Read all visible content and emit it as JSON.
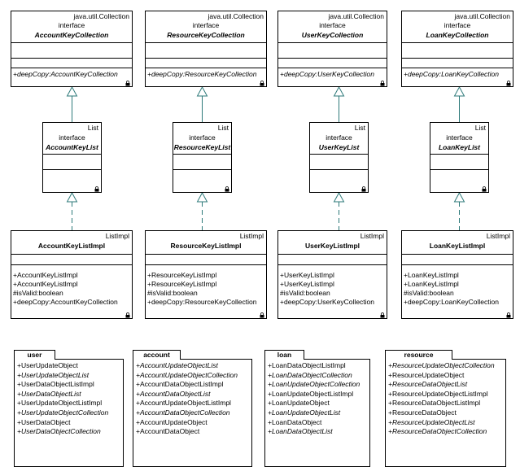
{
  "columns": [
    {
      "collection": {
        "stereotype": "java.util.Collection",
        "kind": "interface",
        "name": "AccountKeyCollection",
        "ops": [
          "+deepCopy:AccountKeyCollection"
        ]
      },
      "list": {
        "stereotype": "List",
        "kind": "interface",
        "name": "AccountKeyList"
      },
      "impl": {
        "stereotype": "ListImpl",
        "name": "AccountKeyListImpl",
        "ops": [
          "+AccountKeyListImpl",
          "+AccountKeyListImpl",
          "#isValid:boolean",
          "+deepCopy:AccountKeyCollection"
        ]
      }
    },
    {
      "collection": {
        "stereotype": "java.util.Collection",
        "kind": "interface",
        "name": "ResourceKeyCollection",
        "ops": [
          "+deepCopy:ResourceKeyCollection"
        ]
      },
      "list": {
        "stereotype": "List",
        "kind": "interface",
        "name": "ResourceKeyList"
      },
      "impl": {
        "stereotype": "ListImpl",
        "name": "ResourceKeyListImpl",
        "ops": [
          "+ResourceKeyListImpl",
          "+ResourceKeyListImpl",
          "#isValid:boolean",
          "+deepCopy:ResourceKeyCollection"
        ]
      }
    },
    {
      "collection": {
        "stereotype": "java.util.Collection",
        "kind": "interface",
        "name": "UserKeyCollection",
        "ops": [
          "+deepCopy:UserKeyCollection"
        ]
      },
      "list": {
        "stereotype": "List",
        "kind": "interface",
        "name": "UserKeyList"
      },
      "impl": {
        "stereotype": "ListImpl",
        "name": "UserKeyListImpl",
        "ops": [
          "+UserKeyListImpl",
          "+UserKeyListImpl",
          "#isValid:boolean",
          "+deepCopy:UserKeyCollection"
        ]
      }
    },
    {
      "collection": {
        "stereotype": "java.util.Collection",
        "kind": "interface",
        "name": "LoanKeyCollection",
        "ops": [
          "+deepCopy:LoanKeyCollection"
        ]
      },
      "list": {
        "stereotype": "List",
        "kind": "interface",
        "name": "LoanKeyList"
      },
      "impl": {
        "stereotype": "ListImpl",
        "name": "LoanKeyListImpl",
        "ops": [
          "+LoanKeyListImpl",
          "+LoanKeyListImpl",
          "#isValid:boolean",
          "+deepCopy:LoanKeyCollection"
        ]
      }
    }
  ],
  "packages": [
    {
      "name": "user",
      "items": [
        {
          "text": "+UserUpdateObject",
          "italic": false
        },
        {
          "text": "+UserUpdateObjectList",
          "italic": true
        },
        {
          "text": "+UserDataObjectListImpl",
          "italic": false
        },
        {
          "text": "+UserDataObjectList",
          "italic": true
        },
        {
          "text": "+UserUpdateObjectListImpl",
          "italic": false
        },
        {
          "text": "+UserUpdateObjectCollection",
          "italic": true
        },
        {
          "text": "+UserDataObject",
          "italic": false
        },
        {
          "text": "+UserDataObjectCollection",
          "italic": true
        }
      ]
    },
    {
      "name": "account",
      "items": [
        {
          "text": "+AccountUpdateObjectList",
          "italic": true
        },
        {
          "text": "+AccountUpdateObjectCollection",
          "italic": true
        },
        {
          "text": "+AccountDataObjectListImpl",
          "italic": false
        },
        {
          "text": "+AccountDataObjectList",
          "italic": true
        },
        {
          "text": "+AccountUpdateObjectListImpl",
          "italic": false
        },
        {
          "text": "+AccountDataObjectCollection",
          "italic": true
        },
        {
          "text": "+AccountUpdateObject",
          "italic": false
        },
        {
          "text": "+AccountDataObject",
          "italic": false
        }
      ]
    },
    {
      "name": "loan",
      "items": [
        {
          "text": "+LoanDataObjectListImpl",
          "italic": false
        },
        {
          "text": "+LoanDataObjectCollection",
          "italic": true
        },
        {
          "text": "+LoanUpdateObjectCollection",
          "italic": true
        },
        {
          "text": "+LoanUpdateObjectListImpl",
          "italic": false
        },
        {
          "text": "+LoanUpdateObject",
          "italic": false
        },
        {
          "text": "+LoanUpdateObjectList",
          "italic": true
        },
        {
          "text": "+LoanDataObject",
          "italic": false
        },
        {
          "text": "+LoanDataObjectList",
          "italic": true
        }
      ]
    },
    {
      "name": "resource",
      "items": [
        {
          "text": "+ResourceUpdateObjectCollection",
          "italic": true
        },
        {
          "text": "+ResourceUpdateObject",
          "italic": false
        },
        {
          "text": "+ResourceDataObjectList",
          "italic": true
        },
        {
          "text": "+ResourceUpdateObjectListImpl",
          "italic": false
        },
        {
          "text": "+ResourceDataObjectListImpl",
          "italic": false
        },
        {
          "text": "+ResourceDataObject",
          "italic": false
        },
        {
          "text": "+ResourceUpdateObjectList",
          "italic": true
        },
        {
          "text": "+ResourceDataObjectCollection",
          "italic": true
        }
      ]
    }
  ],
  "colors": {
    "edge": "#2e7a7a",
    "border": "#000000",
    "fill": "#ffffff"
  }
}
